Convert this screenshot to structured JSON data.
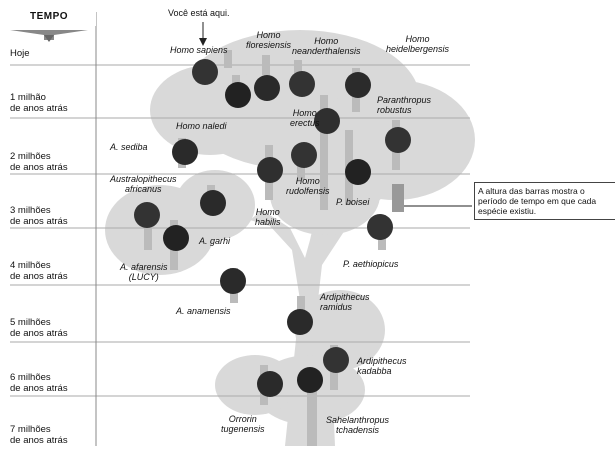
{
  "header": {
    "title": "TEMPO"
  },
  "here_label": "Você está aqui.",
  "time_rows": [
    "Hoje",
    "1 milhão\nde anos atrás",
    "2 milhões\nde anos atrás",
    "3 milhões\nde anos atrás",
    "4 milhões\nde anos atrás",
    "5 milhões\nde anos atrás",
    "6 milhões\nde anos atrás",
    "7 milhões\nde anos atrás"
  ],
  "note": "A altura das barras mostra o período de tempo em que cada espécie existiu.",
  "species": {
    "sapiens": "Homo sapiens",
    "floresiensis": "Homo\nfloresiensis",
    "neanderthalensis": "Homo\nneanderthalensis",
    "heidelbergensis": "Homo\nheidelbergensis",
    "naledi": "Homo naledi",
    "erectus": "Homo\nerectus",
    "paranthropus_robustus": "Paranthropus\nrobustus",
    "sediba": "A. sediba",
    "rudolfensis": "Homo\nrudolfensis",
    "boisei": "P. boisei",
    "africanus": "Australopithecus\nafricanus",
    "garhi": "A. garhi",
    "habilis": "Homo\nhabilis",
    "afarensis": "A. afarensis\n(LUCY)",
    "aethiopicus": "P. aethiopicus",
    "anamensis": "A. anamensis",
    "ramidus": "Ardipithecus\nramidus",
    "kadabba": "Ardipithecus\nkadabba",
    "orrorin": "Orrorin\ntugenensis",
    "sahelanthropus": "Sahelanthropus\ntchadensis"
  }
}
